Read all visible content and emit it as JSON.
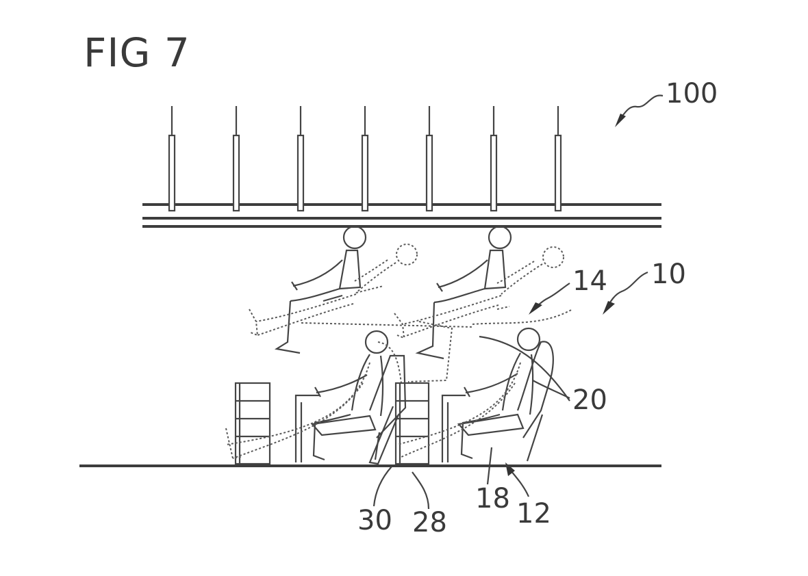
{
  "figure": {
    "title": "FIG 7",
    "refs": {
      "r100": "100",
      "r10": "10",
      "r14": "14",
      "r20": "20",
      "r30": "30",
      "r28": "28",
      "r18": "18",
      "r12": "12"
    }
  }
}
